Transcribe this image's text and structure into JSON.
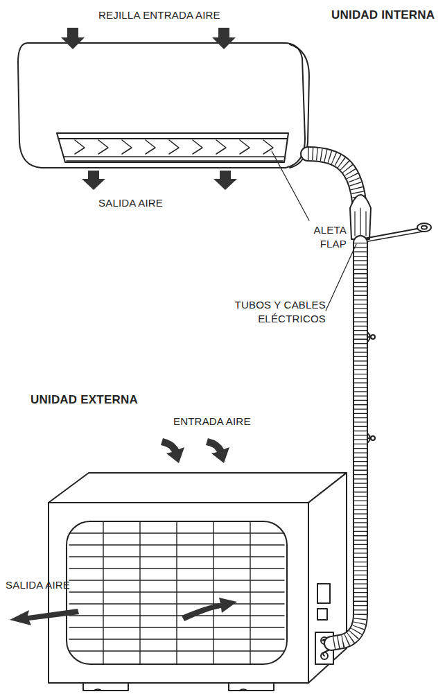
{
  "diagram": {
    "labels": [
      "REJILLA ENTRADA AIRE",
      "UNIDAD INTERNA",
      "SALIDA AIRE",
      "ALETA FLAP",
      "TUBOS Y CABLES ELÉCTRICOS",
      "UNIDAD EXTERNA",
      "ENTRADA AIRE",
      "SALIDA AIRE"
    ]
  }
}
